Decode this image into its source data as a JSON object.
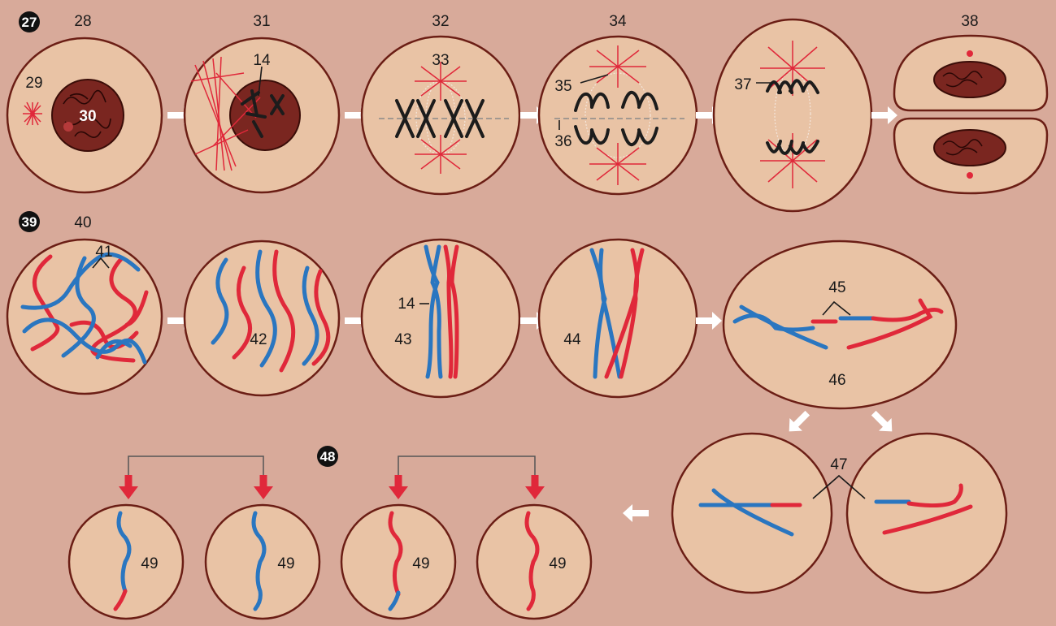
{
  "badges": {
    "mitosis": "27",
    "meiosis": "39",
    "gametes": "48"
  },
  "labels": {
    "l28": "28",
    "l29": "29",
    "l30": "30",
    "l31": "31",
    "l14a": "14",
    "l32": "32",
    "l33": "33",
    "l34": "34",
    "l35": "35",
    "l36": "36",
    "l37": "37",
    "l38": "38",
    "l40": "40",
    "l41": "41",
    "l42": "42",
    "l14b": "14",
    "l43": "43",
    "l44": "44",
    "l45": "45",
    "l46": "46",
    "l47": "47",
    "l49a": "49",
    "l49b": "49",
    "l49c": "49",
    "l49d": "49"
  },
  "colors": {
    "background": "#d8aa9a",
    "cell_fill": "#e9c3a5",
    "cell_outline": "#6b1e15",
    "nucleus": "#7a2620",
    "chromosome": "#1c1c1c",
    "paternal": "#2a76c0",
    "maternal": "#e0283a",
    "arrow_white": "#ffffff",
    "arrow_red": "#e0283a"
  }
}
